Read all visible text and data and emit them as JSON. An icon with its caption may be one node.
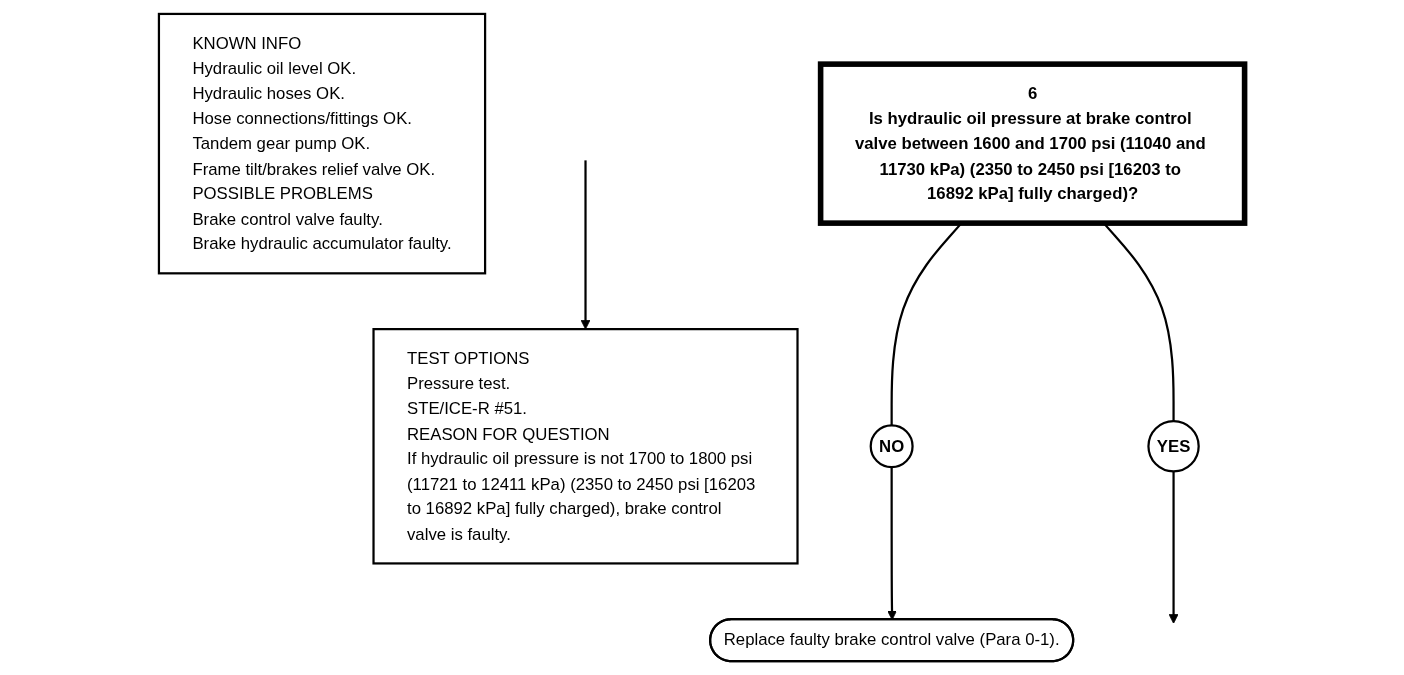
{
  "diagram": {
    "nodes": [
      {
        "text": [
          "KNOWN INFO",
          "Hydraulic oil level OK.",
          "Hydraulic hoses OK.",
          "Hose connections/fittings OK.",
          "Tandem gear pump OK.",
          "Frame tilt/brakes relief valve OK.",
          "POSSIBLE PROBLEMS",
          "Brake control valve faulty.",
          "Brake hydraulic accumulator faulty."
        ]
      },
      {
        "text": [
          "6",
          "Is hydraulic oil pressure at brake control valve between 1600 and 1700 psi (11040 and 11730 kPa) (2350 to 2450 psi [16203 to 16892 kPa] fully charged)?"
        ]
      },
      {
        "text": [
          "TEST OPTIONS",
          "Pressure test.",
          "STE/ICE-R #51.",
          "REASON FOR QUESTION",
          "If hydraulic oil pressure is not 1700 to 1800 psi (11721 to 12411 kPa) (2350 to 2450 psi [16203 to 16892 kPa] fully charged), brake control valve is faulty."
        ]
      },
      {
        "text": [
          "NO"
        ]
      },
      {
        "text": [
          "Replace faulty brake control valve (Para 0-1)."
        ]
      },
      {
        "text": [
          "YES"
        ]
      }
    ],
    "edges": [
      {
        "from": 1,
        "to": 3,
        "arrow": "none"
      },
      {
        "from": 3,
        "to": 4,
        "arrow": "to"
      },
      {
        "from": 1,
        "to": 5,
        "arrow": "none"
      },
      {
        "from": 5,
        "to": null,
        "arrow": "to"
      },
      {
        "from": null,
        "to": 2,
        "arrow": "to"
      }
    ]
  }
}
